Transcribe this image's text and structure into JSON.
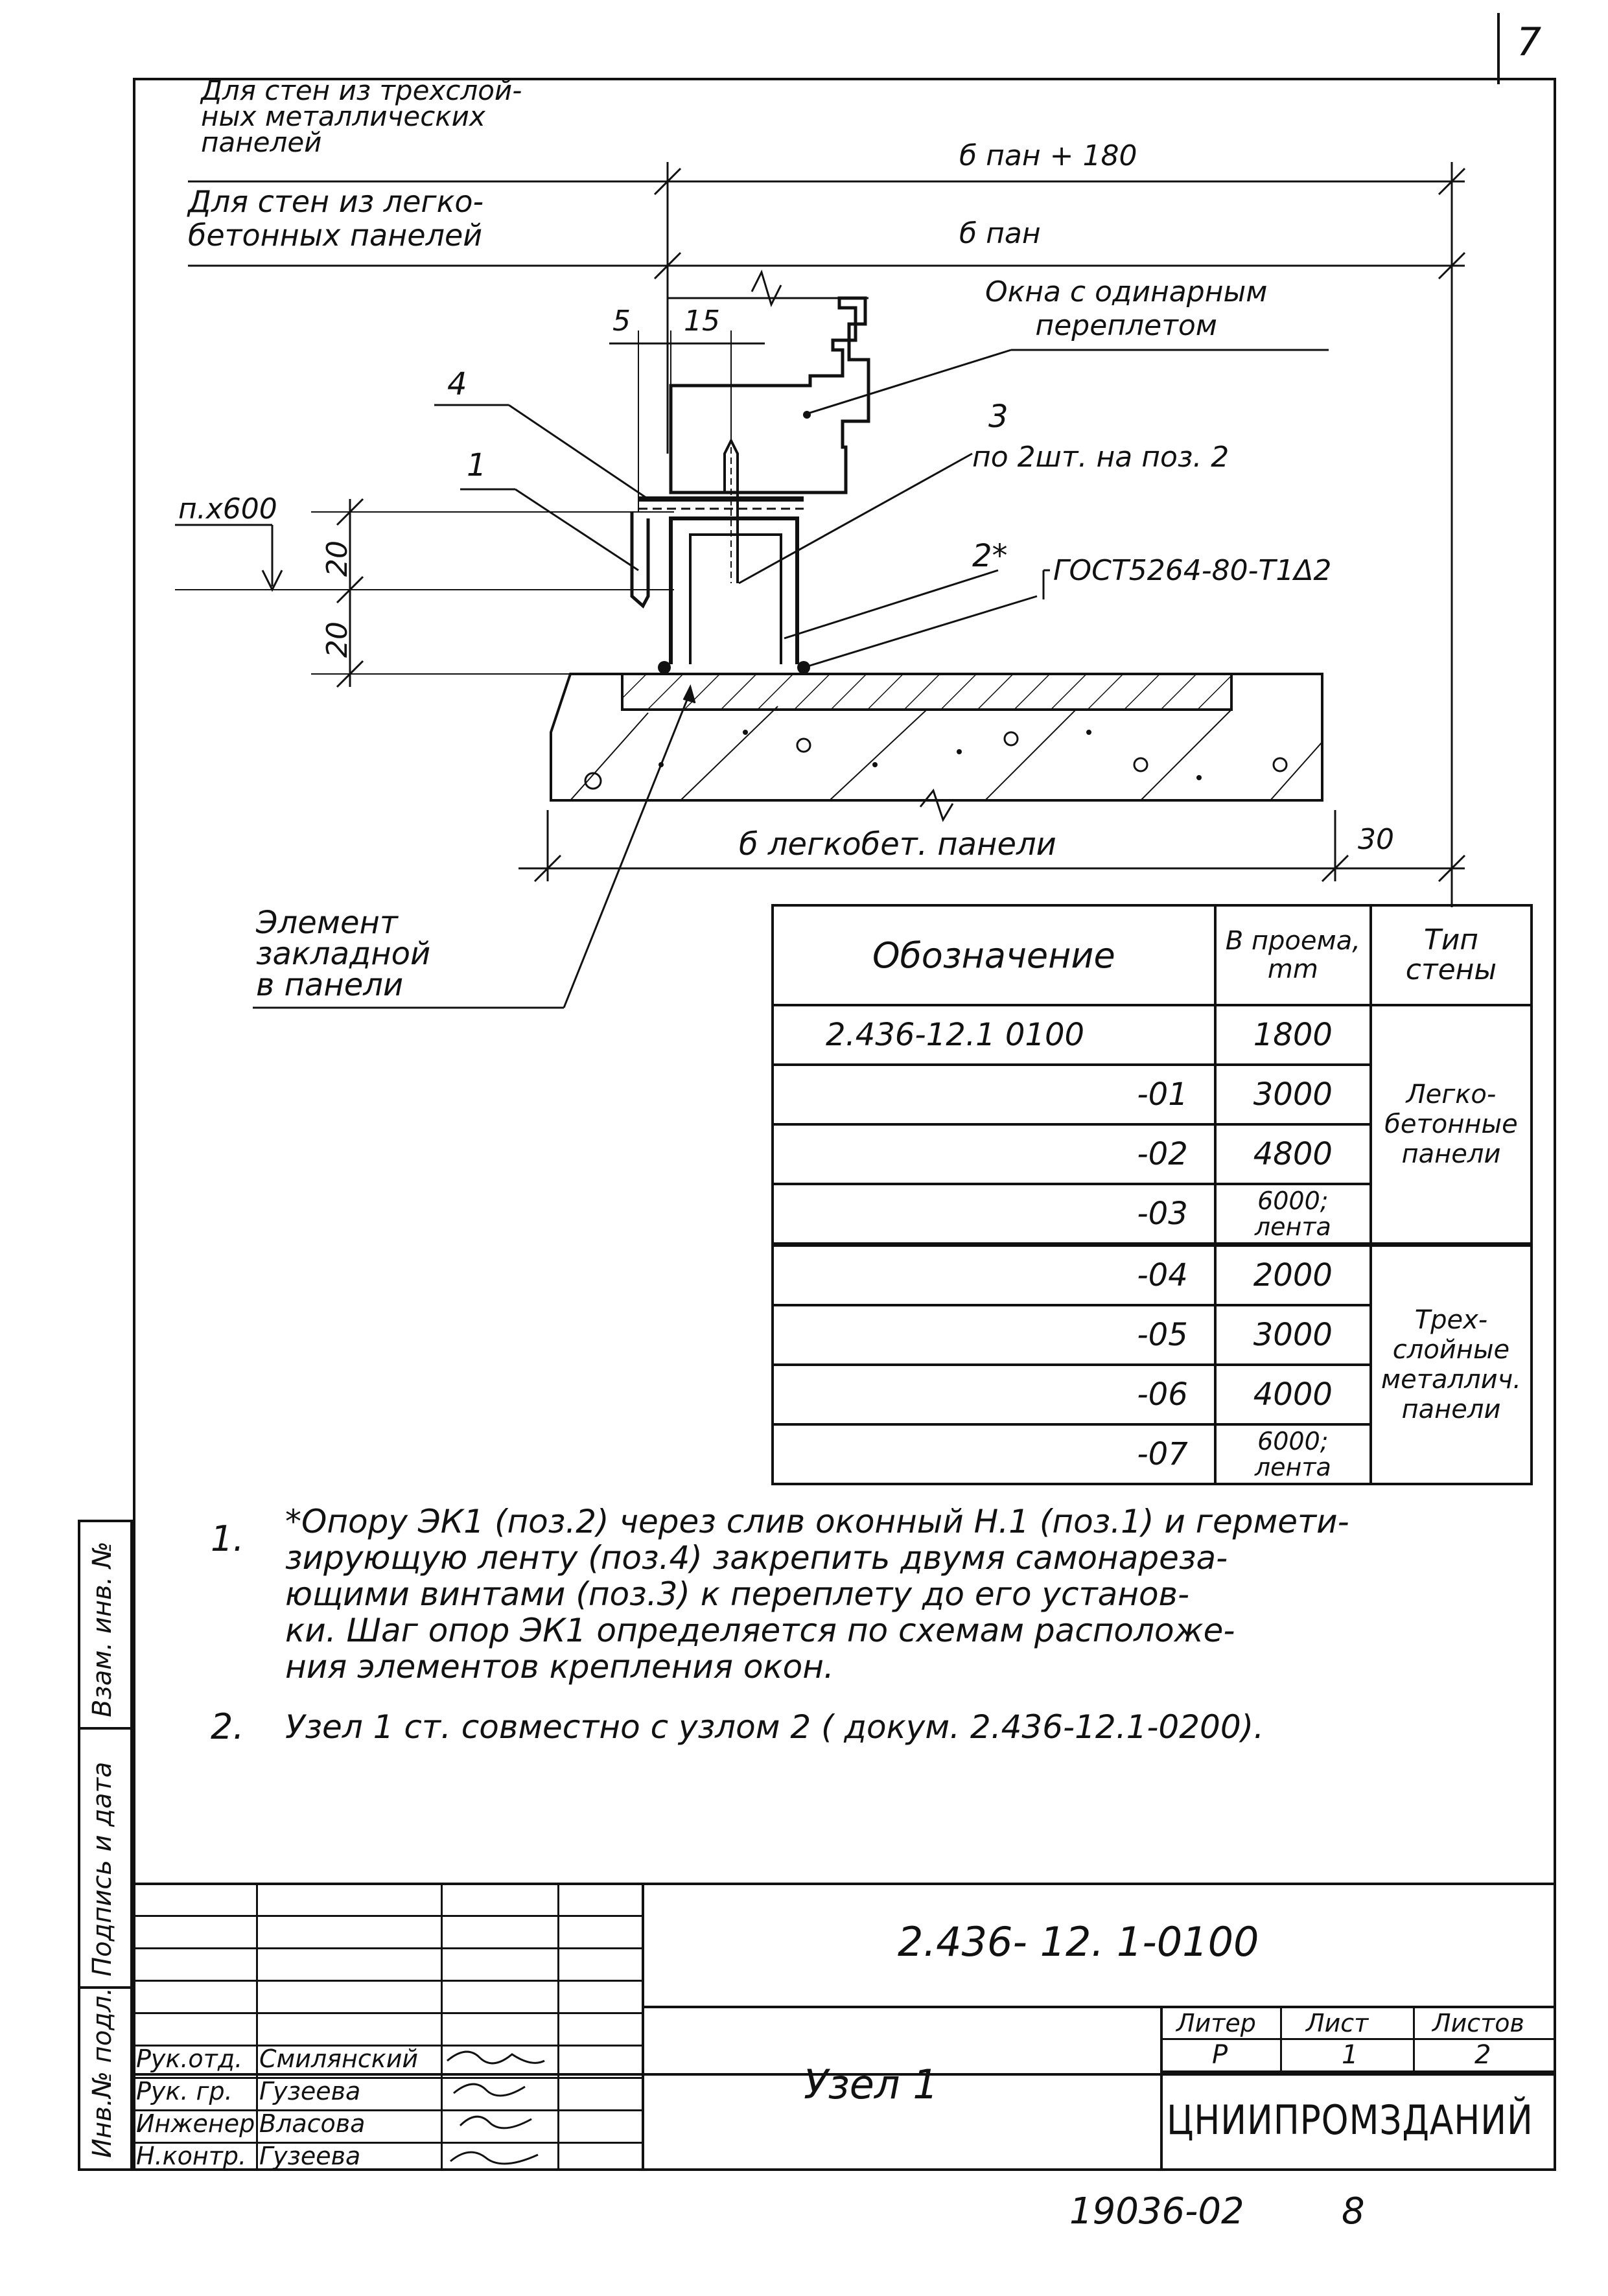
{
  "page_number": "7",
  "drawing": {
    "label_three_layer": "Для стен из трехслой-\nных металлических\nпанелей",
    "label_light_concrete": "Для стен из легко-\nбетонных панелей",
    "dim_b_pan_180": "б пан + 180",
    "dim_b_pan": "б пан",
    "window_label": "Окна с одинарным\nпереплетом",
    "dim_5": "5",
    "dim_15": "15",
    "pos_4": "4",
    "pos_3": "3",
    "pos_3_note": "по 2шт. на поз. 2",
    "pos_1": "1",
    "pos_2": "2*",
    "gost_weld": "ГОСТ5264-80-Т1Δ2",
    "dim_nx600": "п.х600",
    "dim_20a": "20",
    "dim_20b": "20",
    "dim_b_panel": "б легкобет. панели",
    "dim_30": "30",
    "embedded_label": "Элемент\nзакладной\nв панели"
  },
  "spec_table": {
    "headers": [
      "Обозначение",
      "B проема,\nmm",
      "Тип\nстены"
    ],
    "rows": [
      {
        "code": "2.436-12.1 0100",
        "width": "1800"
      },
      {
        "code": "-01",
        "width": "3000"
      },
      {
        "code": "-02",
        "width": "4800"
      },
      {
        "code": "-03",
        "width": "6000;\nлента"
      },
      {
        "code": "-04",
        "width": "2000"
      },
      {
        "code": "-05",
        "width": "3000"
      },
      {
        "code": "-06",
        "width": "4000"
      },
      {
        "code": "-07",
        "width": "6000;\nлента"
      }
    ],
    "wall_types": [
      "Легко-\nбетонные\nпанели",
      "Трех-\nслойные\nметаллич.\nпанели"
    ]
  },
  "notes": [
    {
      "num": "1.",
      "text": "*Опору ЭК1 (поз.2) через слив оконный Н.1 (поз.1) и гермети-\nзирующую ленту (поз.4) закрепить двумя самонареза-\nющими винтами (поз.3) к переплету до его установ-\nки. Шаг опор ЭК1 определяется по схемам расположе-\nния элементов крепления окон."
    },
    {
      "num": "2.",
      "text": "Узел 1 ст. совместно с узлом 2 ( докум. 2.436-12.1-0200)."
    }
  ],
  "side_stamp": [
    "Взам. инв. №",
    "Подпись и дата",
    "Инв.№ подл."
  ],
  "title_block": {
    "doc_code": "2.436- 12. 1-0100",
    "title": "Узел 1",
    "stage_header": "Литер",
    "sheet_header": "Лист",
    "sheets_header": "Листов",
    "stage": "Р",
    "sheet": "1",
    "sheets": "2",
    "organization": "ЦНИИПРОМЗДАНИЙ",
    "signers": [
      {
        "role": "Рук.отд.",
        "name": "Смилянский"
      },
      {
        "role": "Рук. гр.",
        "name": "Гузеева"
      },
      {
        "role": "Инженер",
        "name": "Власова"
      },
      {
        "role": "Н.контр.",
        "name": "Гузеева"
      }
    ]
  },
  "bottom_number": "19036-02",
  "bottom_page": "8"
}
